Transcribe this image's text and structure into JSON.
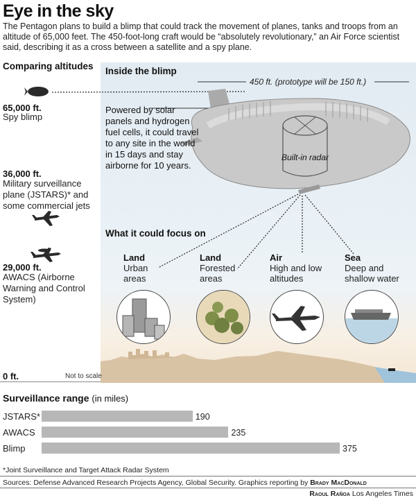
{
  "header": {
    "title": "Eye in the sky",
    "intro": "The Pentagon plans to build a blimp that could track the movement of planes, tanks and troops from an altitude of 65,000 feet. The 450-foot-long craft would be “absolutely revolutionary,” an Air Force scientist said, describing it as a cross between a satellite and a spy plane."
  },
  "altitudes": {
    "heading": "Comparing altitudes",
    "items": [
      {
        "value": "65,000 ft.",
        "label": "Spy blimp"
      },
      {
        "value": "36,000 ft.",
        "label": "Military surveillance plane (JSTARS)* and some commercial jets"
      },
      {
        "value": "29,000 ft.",
        "label": "AWACS (Airborne Warning and Control System)"
      },
      {
        "value": "0 ft.",
        "label": ""
      }
    ],
    "scale_note": "Not to scale"
  },
  "blimp": {
    "heading": "Inside the blimp",
    "length_note": "450 ft. (prototype will be 150 ft.)",
    "description": "Powered by solar panels and hydrogen fuel cells, it could travel to any site in the world in 15 days and stay airborne for 10 years.",
    "radar_label": "Built-in radar"
  },
  "focus": {
    "heading": "What it could focus on",
    "categories": [
      {
        "name": "Land",
        "detail": "Urban areas"
      },
      {
        "name": "Land",
        "detail": "Forested areas"
      },
      {
        "name": "Air",
        "detail": "High and low altitudes"
      },
      {
        "name": "Sea",
        "detail": "Deep and shallow water"
      }
    ]
  },
  "range": {
    "heading": "Surveillance range",
    "unit": "(in miles)",
    "chart_data": {
      "type": "bar",
      "categories": [
        "JSTARS*",
        "AWACS",
        "Blimp"
      ],
      "values": [
        190,
        235,
        375
      ]
    }
  },
  "footer": {
    "footnote": "*Joint Surveillance and Target Attack Radar System",
    "sources": "Sources: Defense Advanced Research Projects Agency, Global Security. Graphics reporting by",
    "reporter": "Brady MacDonald",
    "artist": "Raoul Rañoa",
    "outlet": "Los Angeles Times"
  },
  "colors": {
    "panel_sky": "#e2ebf2",
    "ground": "#d9c3a5",
    "bar": "#b7b7b7",
    "blimp": "#c9c9c9"
  }
}
